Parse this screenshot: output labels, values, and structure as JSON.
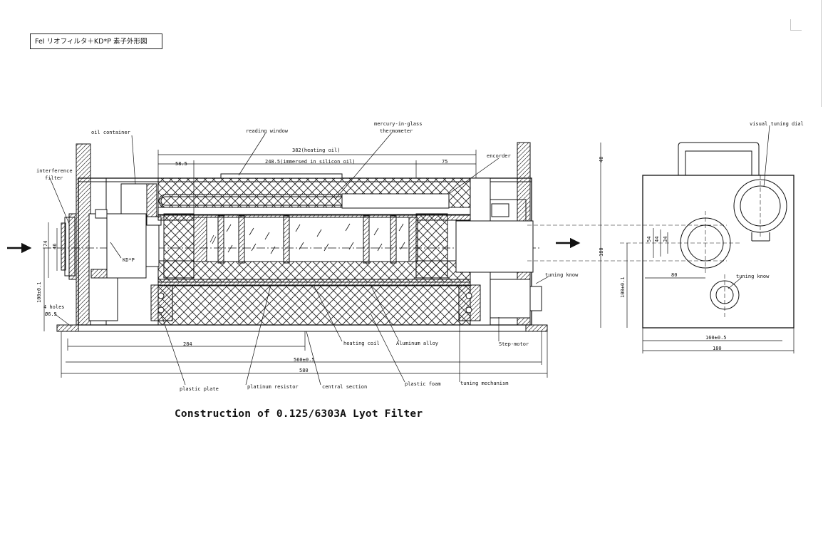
{
  "document": {
    "header_label": "FeI リオフィルタ＋KD*P 素子外形図",
    "caption": "Construction of 0.125/6303A Lyot Filter"
  },
  "side_view": {
    "labels": {
      "oil_container": "oil container",
      "reading_window": "reading window",
      "thermometer_line1": "mercury-in-glass",
      "thermometer_line2": "thermometer",
      "encorder": "encorder",
      "interference_line1": "interference",
      "interference_line2": "filter",
      "kdp": "KD*P",
      "holes_line1": "4 holes",
      "holes_line2": "Ø6.5",
      "tuning_know": "tuning know",
      "heating_coil": "heating coil",
      "aluminum_alloy": "Aluminum alloy",
      "step_motor": "Step-motor",
      "plastic_plate": "plastic plate",
      "platinum_resistor": "platinum resistor",
      "central_section": "central section",
      "plastic_foam": "plastic foam",
      "tuning_mechanism": "tuning mechanism"
    },
    "dimensions": {
      "heating_oil": "382(heating oil)",
      "immersed": "248.5(immersed in silicon oil)",
      "d58": "58.5",
      "d75": "75",
      "d74": "74",
      "d46": "46",
      "d100": "100±0.1",
      "d284": "284",
      "d560": "560±0.5",
      "d580": "580"
    }
  },
  "end_view": {
    "labels": {
      "visual_tuning_dial": "visual tuning dial",
      "tuning_know": "tuning know"
    },
    "dimensions": {
      "d40": "40",
      "d180v": "180",
      "d100": "100±0.1",
      "d80": "80",
      "d54": "54",
      "d44": "44",
      "d34": "34",
      "d160": "160±0.5",
      "d180h": "180"
    }
  }
}
